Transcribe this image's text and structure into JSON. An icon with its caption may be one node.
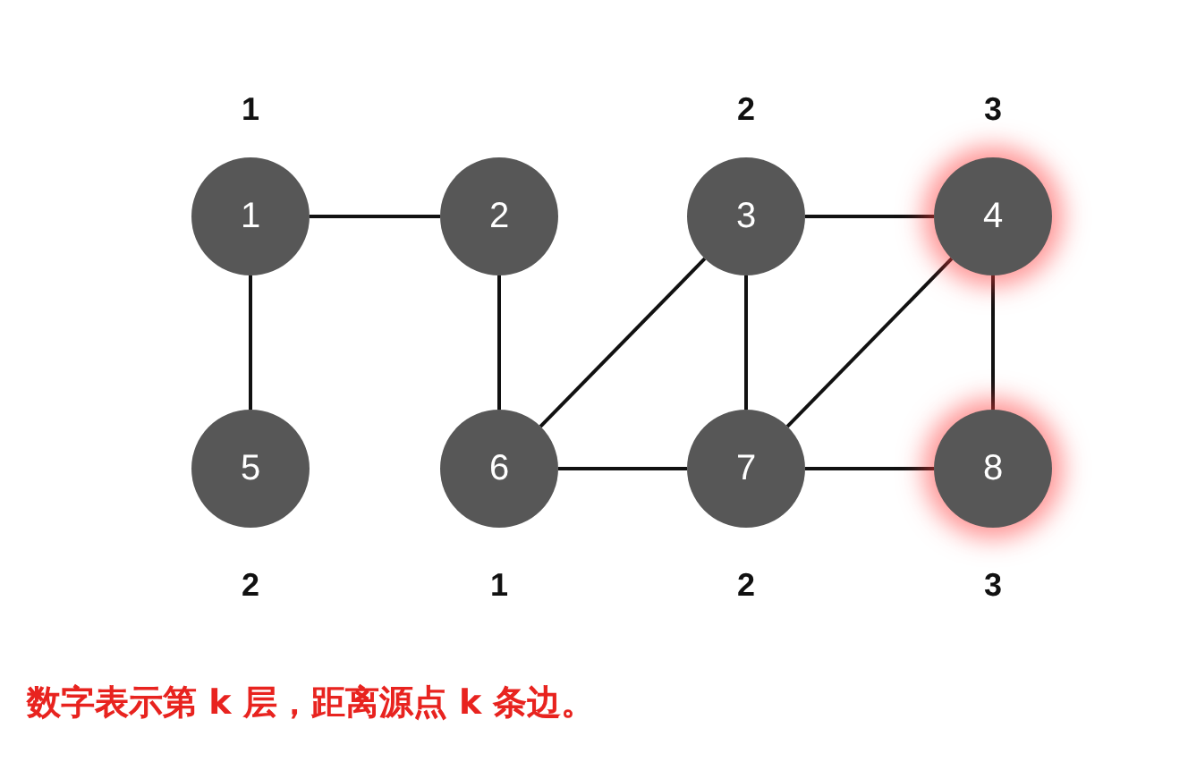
{
  "diagram": {
    "caption": "数字表示第 k 层，距离源点 k 条边。",
    "nodes": [
      {
        "text": [
          "1"
        ],
        "beside": [
          "1"
        ]
      },
      {
        "text": [
          "2"
        ]
      },
      {
        "text": [
          "3"
        ],
        "beside": [
          "2"
        ]
      },
      {
        "text": [
          "4"
        ],
        "beside": [
          "3"
        ]
      },
      {
        "text": [
          "5"
        ],
        "beside": [
          "2"
        ]
      },
      {
        "text": [
          "6"
        ],
        "beside": [
          "1"
        ]
      },
      {
        "text": [
          "7"
        ],
        "beside": [
          "2"
        ]
      },
      {
        "text": [
          "8"
        ],
        "beside": [
          "3"
        ]
      }
    ],
    "edges": [
      {
        "from": 0,
        "to": 1,
        "arrow": "none"
      },
      {
        "from": 0,
        "to": 4,
        "arrow": "none"
      },
      {
        "from": 1,
        "to": 5,
        "arrow": "none"
      },
      {
        "from": 2,
        "to": 3,
        "arrow": "none"
      },
      {
        "from": 2,
        "to": 5,
        "arrow": "none"
      },
      {
        "from": 2,
        "to": 6,
        "arrow": "none"
      },
      {
        "from": 3,
        "to": 6,
        "arrow": "none"
      },
      {
        "from": 3,
        "to": 7,
        "arrow": "none"
      },
      {
        "from": 5,
        "to": 6,
        "arrow": "none"
      },
      {
        "from": 6,
        "to": 7,
        "arrow": "none"
      }
    ]
  }
}
